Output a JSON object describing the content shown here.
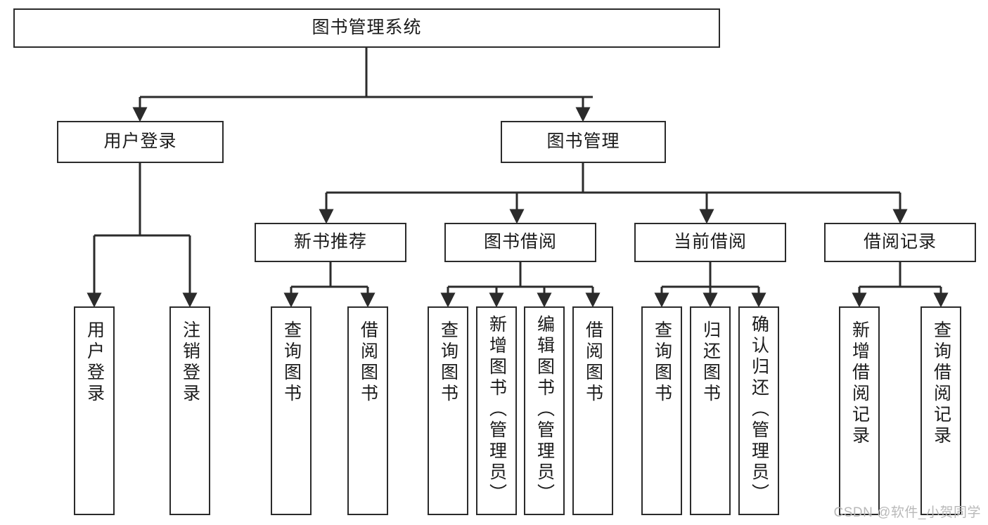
{
  "diagram": {
    "type": "tree-hierarchy",
    "title": "图书管理系统",
    "watermark": "CSDN @软件_小贺同学",
    "colors": {
      "background": "#ffffff",
      "stroke": "#2b2b2b",
      "text": "#1b1b1b",
      "watermark": "#b9b9b9"
    },
    "nodes": {
      "root": {
        "label": "图书管理系统"
      },
      "level1": [
        {
          "id": "user-login",
          "label": "用户登录"
        },
        {
          "id": "book-manage",
          "label": "图书管理"
        }
      ],
      "level2": [
        {
          "id": "new-book-rec",
          "label": "新书推荐"
        },
        {
          "id": "book-borrow",
          "label": "图书借阅"
        },
        {
          "id": "current-borrow",
          "label": "当前借阅"
        },
        {
          "id": "borrow-record",
          "label": "借阅记录"
        }
      ],
      "leaves": {
        "user_login": [
          {
            "id": "leaf-user-login",
            "label": "用户登录"
          },
          {
            "id": "leaf-logout",
            "label": "注销登录"
          }
        ],
        "new_book_rec": [
          {
            "id": "leaf-query-book-1",
            "label": "查询图书"
          },
          {
            "id": "leaf-borrow-book-1",
            "label": "借阅图书"
          }
        ],
        "book_borrow": [
          {
            "id": "leaf-query-book-2",
            "label": "查询图书"
          },
          {
            "id": "leaf-add-book",
            "label": "新增图书（管理员）"
          },
          {
            "id": "leaf-edit-book",
            "label": "编辑图书（管理员）"
          },
          {
            "id": "leaf-borrow-book-2",
            "label": "借阅图书"
          }
        ],
        "current_borrow": [
          {
            "id": "leaf-query-book-3",
            "label": "查询图书"
          },
          {
            "id": "leaf-return-book",
            "label": "归还图书"
          },
          {
            "id": "leaf-confirm-return",
            "label": "确认归还（管理员）"
          }
        ],
        "borrow_record": [
          {
            "id": "leaf-add-record",
            "label": "新增借阅记录"
          },
          {
            "id": "leaf-query-record",
            "label": "查询借阅记录"
          }
        ]
      }
    }
  }
}
